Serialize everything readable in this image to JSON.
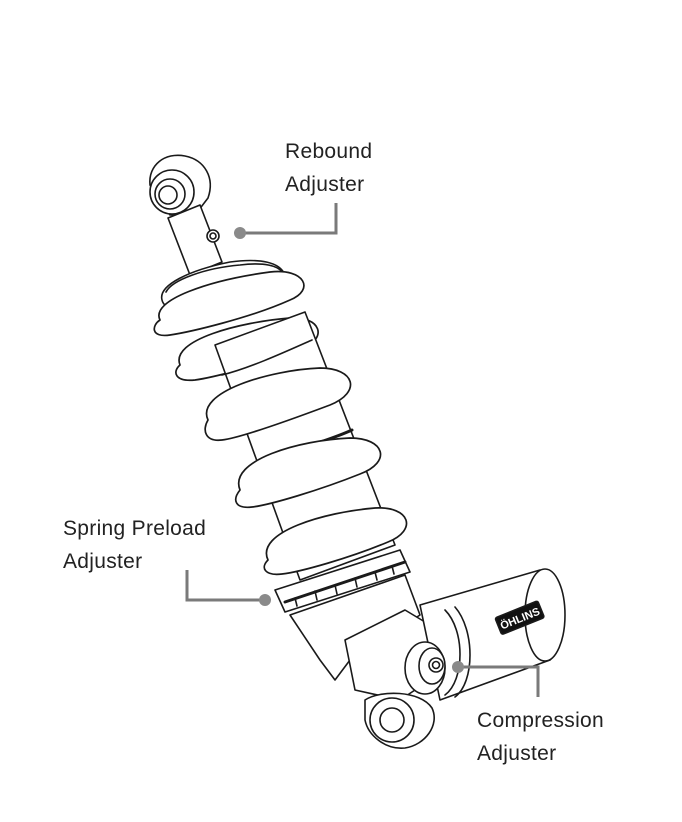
{
  "diagram": {
    "subject": "Rear shock absorber (Öhlins) line drawing",
    "brand_mark": "ÖHLINS",
    "callouts": [
      {
        "id": "rebound",
        "lines": [
          "Rebound",
          "Adjuster"
        ]
      },
      {
        "id": "preload",
        "lines": [
          "Spring Preload",
          "Adjuster"
        ]
      },
      {
        "id": "compression",
        "lines": [
          "Compression",
          "Adjuster"
        ]
      }
    ]
  },
  "colors": {
    "background": "#ffffff",
    "line_art": "#1a1a1a",
    "leader_line": "#7a7a7a",
    "leader_dot": "#8a8a8a",
    "label_text": "#222222"
  }
}
